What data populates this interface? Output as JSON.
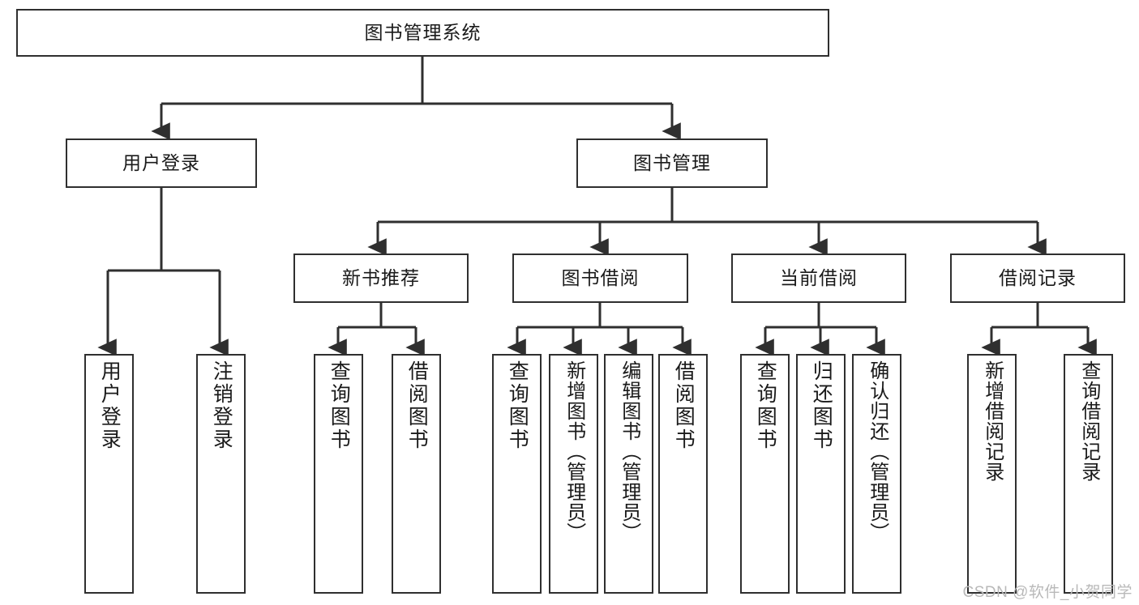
{
  "diagram": {
    "title": "图书管理系统",
    "watermark": "CSDN @软件_小贺同学",
    "colors": {
      "stroke": "#2f2f2f",
      "background": "#ffffff",
      "text": "#1a1a1a",
      "watermark": "#b9b9b9"
    },
    "root": {
      "label": "图书管理系统"
    },
    "level2": [
      {
        "label": "用户登录"
      },
      {
        "label": "图书管理"
      }
    ],
    "level3": [
      {
        "label": "新书推荐"
      },
      {
        "label": "图书借阅"
      },
      {
        "label": "当前借阅"
      },
      {
        "label": "借阅记录"
      }
    ],
    "leaves": {
      "user_login": [
        {
          "label": "用户登录"
        },
        {
          "label": "注销登录"
        }
      ],
      "new_book": [
        {
          "label": "查询图书"
        },
        {
          "label": "借阅图书"
        }
      ],
      "book_borrow": [
        {
          "label": "查询图书"
        },
        {
          "label": "新增图书（管理员）"
        },
        {
          "label": "编辑图书（管理员）"
        },
        {
          "label": "借阅图书"
        }
      ],
      "current_borrow": [
        {
          "label": "查询图书"
        },
        {
          "label": "归还图书"
        },
        {
          "label": "确认归还（管理员）"
        }
      ],
      "borrow_record": [
        {
          "label": "新增借阅记录"
        },
        {
          "label": "查询借阅记录"
        }
      ]
    }
  }
}
